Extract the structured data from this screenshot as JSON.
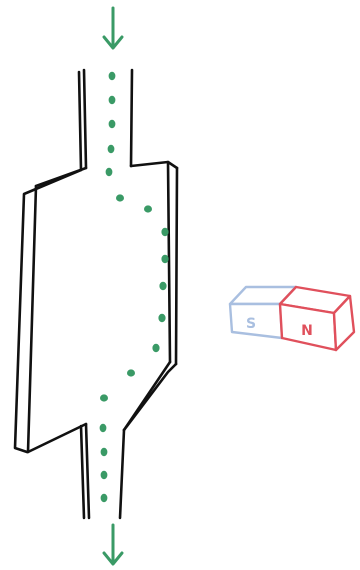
{
  "diagram": {
    "magnet": {
      "south_label": "S",
      "north_label": "N",
      "south_color": "#a9bfe0",
      "north_color": "#e0505c"
    },
    "particles": {
      "color": "#3a9a66",
      "flow_direction": "down"
    },
    "outline_color": "#111111",
    "icons": [
      "arrow-down-icon",
      "arrow-down-icon"
    ]
  }
}
